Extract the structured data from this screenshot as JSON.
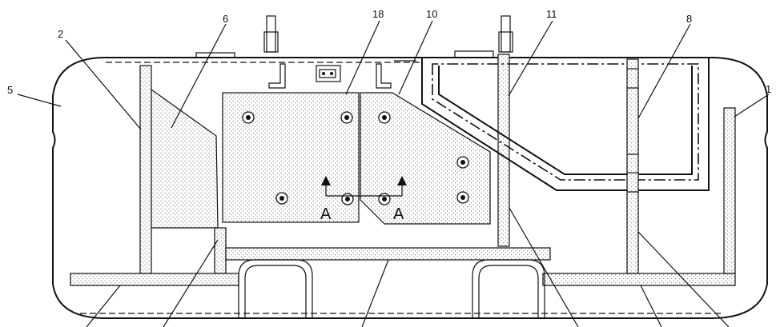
{
  "callouts": {
    "c1": "1",
    "c2": "2",
    "c5": "5",
    "c6": "6",
    "c8": "8",
    "c10": "10",
    "c11": "11",
    "c18": "18"
  },
  "section_marks": {
    "left": "A",
    "right": "A"
  },
  "colors": {
    "line": "#111111",
    "fill_pattern": "stippled"
  }
}
